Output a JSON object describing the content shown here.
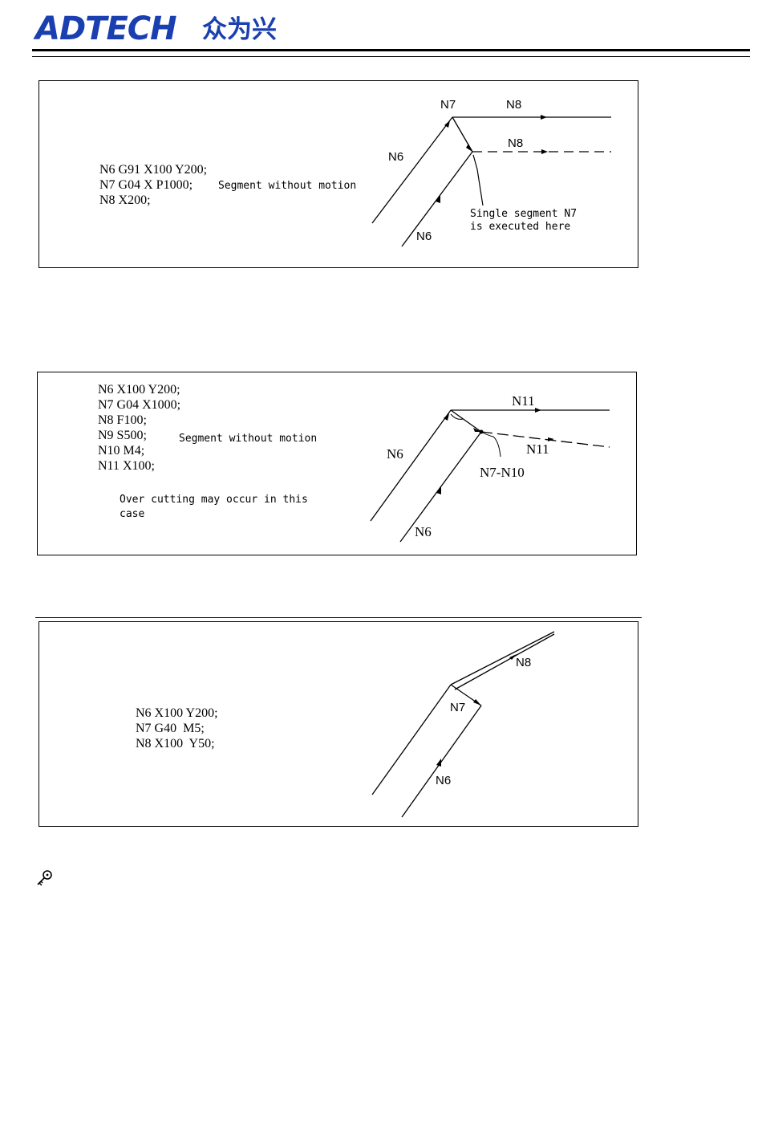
{
  "header": {
    "brand": "ADTECH",
    "brand_cn": "众为兴"
  },
  "figure1": {
    "code_lines": [
      "N6 G91 X100 Y200;",
      "N7 G04 X P1000;",
      "N8 X200;"
    ],
    "annotation": "Segment without motion",
    "labels": {
      "n7": "N7",
      "n8_top": "N8",
      "n8_dashed": "N8",
      "n6_left": "N6",
      "n6_bottom": "N6"
    },
    "note_lines": [
      "Single segment N7",
      "is executed here"
    ]
  },
  "figure2": {
    "code_lines": [
      "N6 X100 Y200;",
      "N7 G04 X1000;",
      "N8 F100;",
      "N9 S500;",
      "N10 M4;",
      "N11 X100;"
    ],
    "annotation": "Segment without motion",
    "warning_lines": [
      "Over cutting may occur in this",
      "case"
    ],
    "labels": {
      "n11_top": "N11",
      "n11_lower": "N11",
      "n6_left": "N6",
      "n6_bottom": "N6",
      "n7_n10": "N7-N10"
    }
  },
  "figure3": {
    "code_lines": [
      "N6 X100 Y200;",
      "N7 G40  M5;",
      "N8 X100  Y50;"
    ],
    "labels": {
      "n8": "N8",
      "n7": "N7",
      "n6": "N6"
    }
  },
  "icons": {
    "tip": "key-icon"
  }
}
